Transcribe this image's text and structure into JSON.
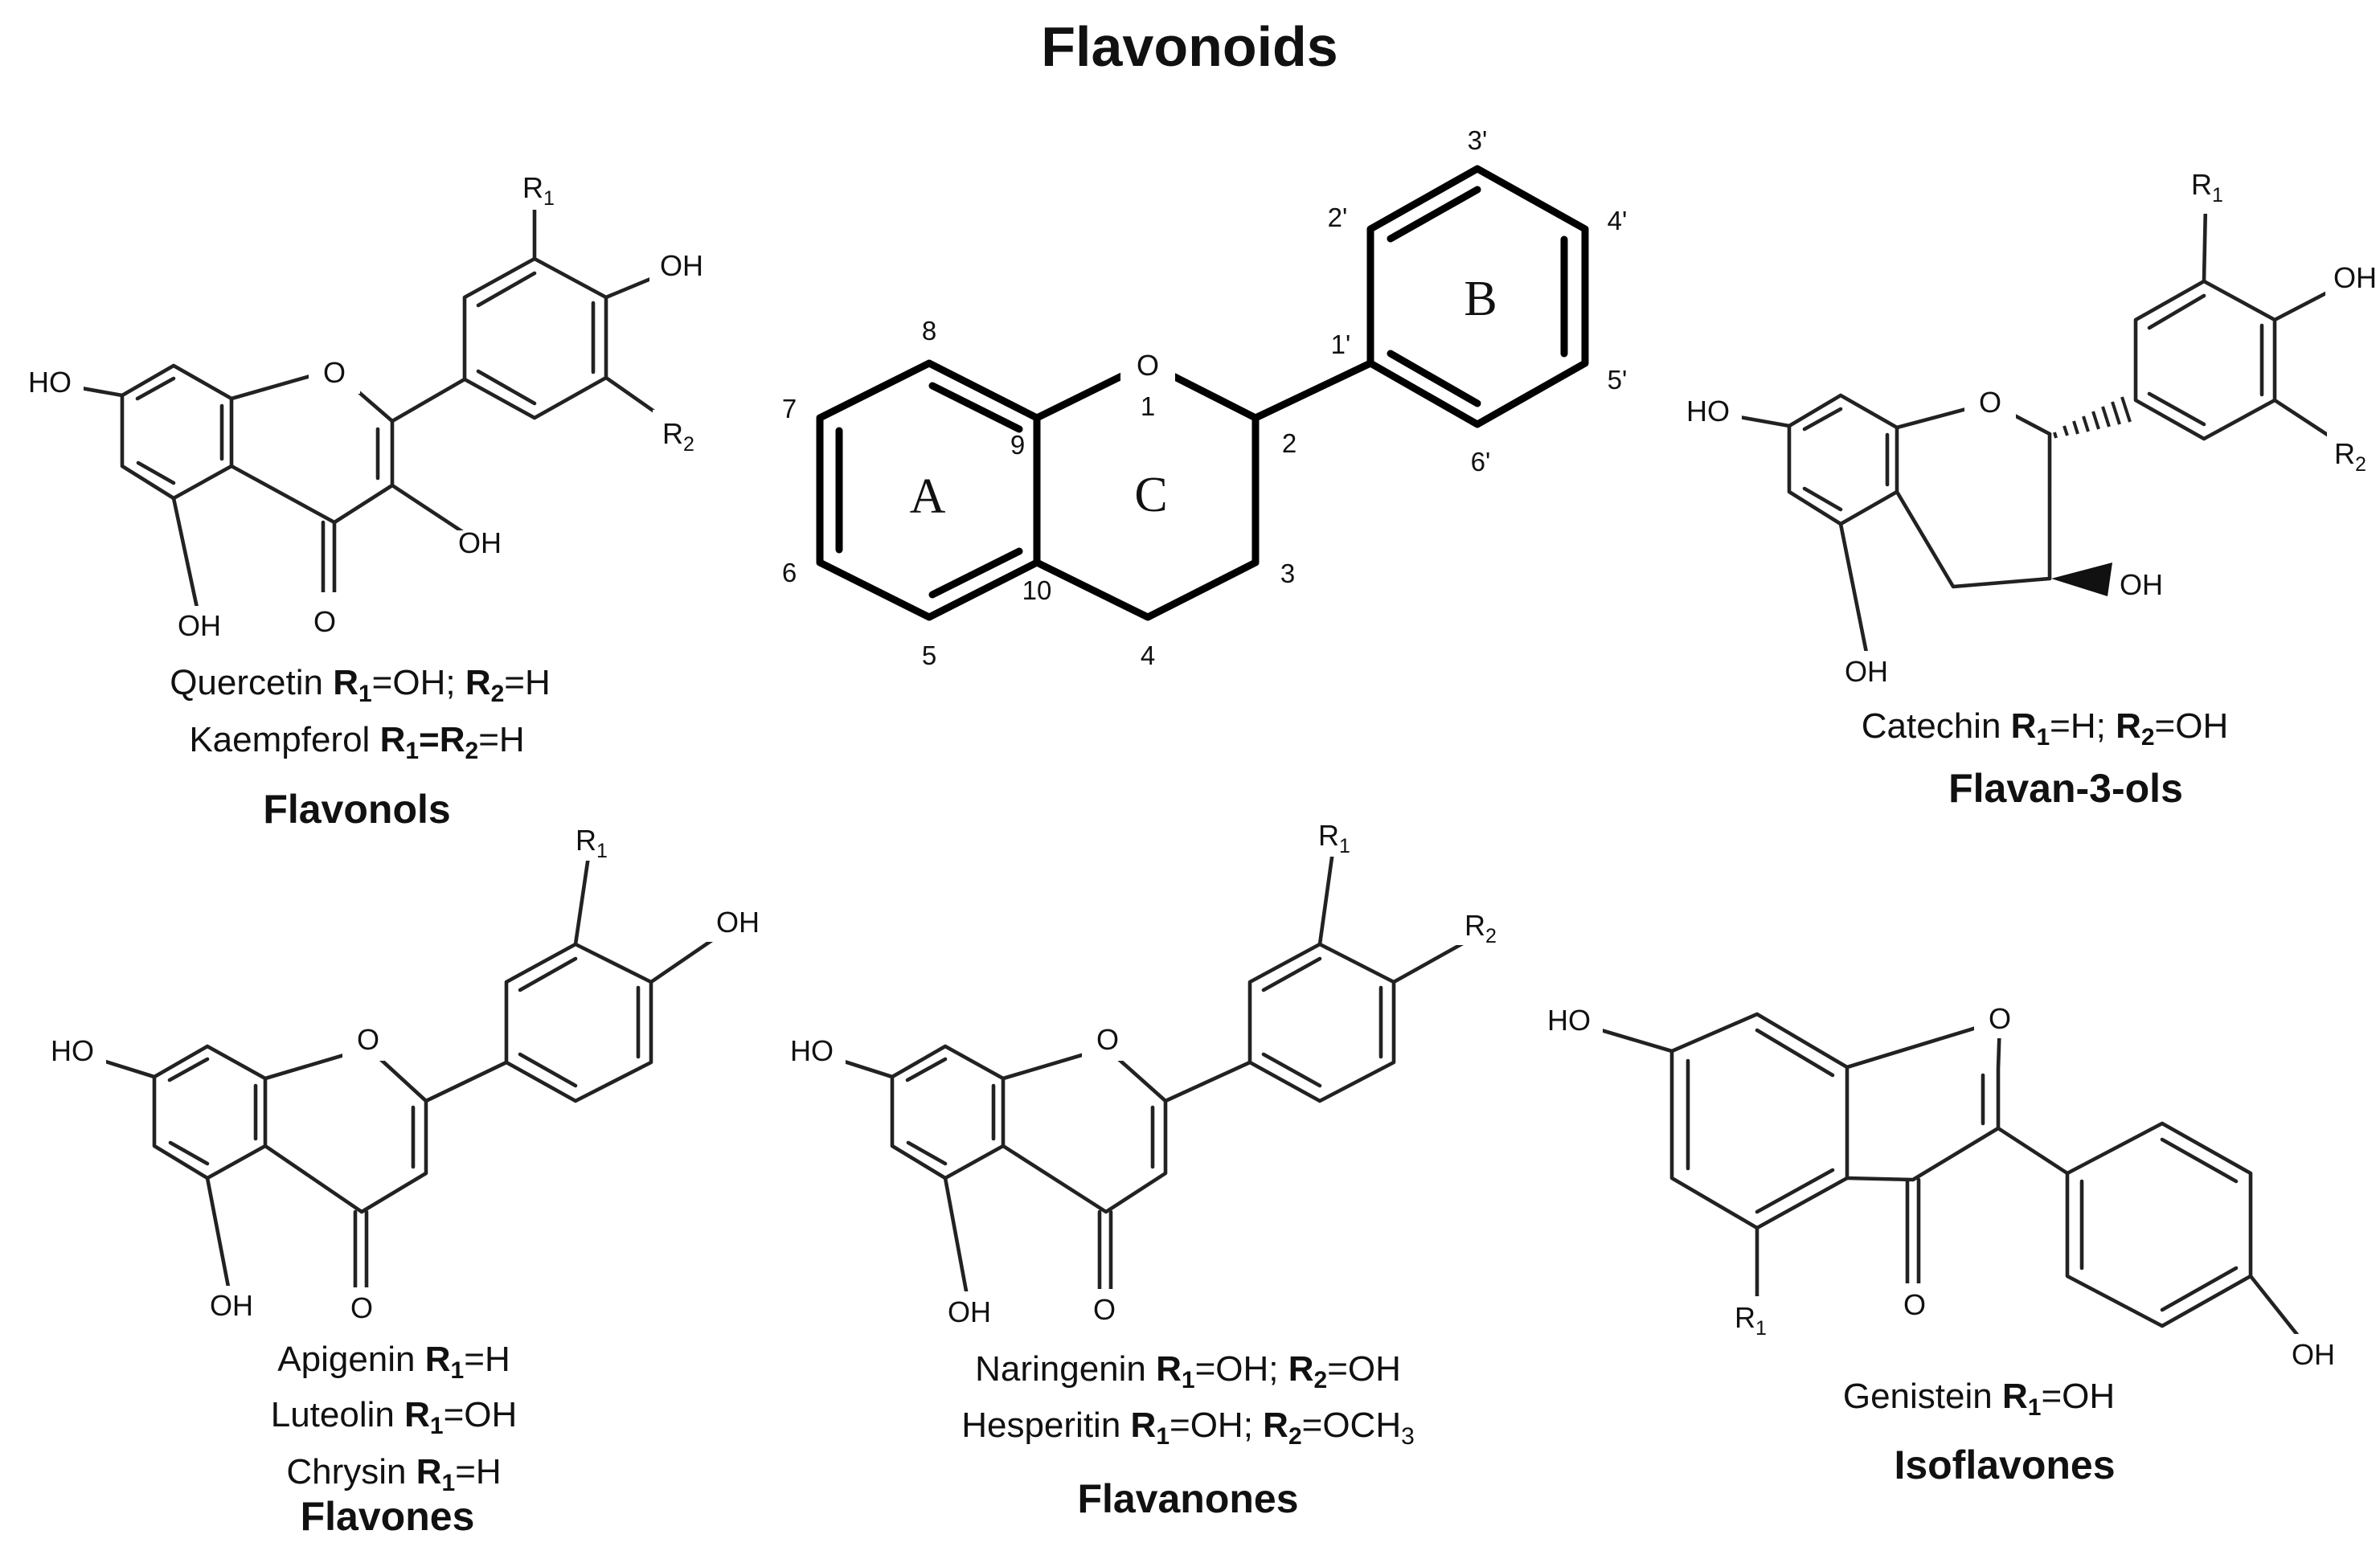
{
  "title": "Flavonoids",
  "atoms": {
    "oh": "OH",
    "ho": "HO",
    "o": "O",
    "r": "R",
    "r1": "R",
    "r2": "R",
    "sub1": "1",
    "sub2": "2",
    "och": "OCH",
    "sub3": "3"
  },
  "core": {
    "rings": {
      "a": "A",
      "b": "B",
      "c": "C"
    },
    "positions": {
      "p1": "1",
      "p2": "2",
      "p3": "3",
      "p4": "4",
      "p5": "5",
      "p6": "6",
      "p7": "7",
      "p8": "8",
      "p9": "9",
      "p10": "10",
      "p1p": "1'",
      "p2p": "2'",
      "p3p": "3'",
      "p4p": "4'",
      "p5p": "5'",
      "p6p": "6'"
    }
  },
  "classes": {
    "flavonols": {
      "name": "Flavonols",
      "compounds": [
        {
          "name": "Quercetin",
          "r1": "OH",
          "r2": "H"
        },
        {
          "name": "Kaempferol"
        }
      ]
    },
    "flavan3ols": {
      "name": "Flavan-3-ols",
      "compounds": [
        {
          "name": "Catechin",
          "r1": "H",
          "r2": "OH"
        }
      ]
    },
    "flavones": {
      "name": "Flavones",
      "compounds": [
        {
          "name": "Apigenin",
          "r1": "H"
        },
        {
          "name": "Luteolin",
          "r1": "OH"
        },
        {
          "name": "Chrysin",
          "r1": "H"
        }
      ]
    },
    "flavanones": {
      "name": "Flavanones",
      "compounds": [
        {
          "name": "Naringenin",
          "r1": "OH",
          "r2": "OH"
        },
        {
          "name": "Hesperitin",
          "r1": "OH"
        }
      ]
    },
    "isoflavones": {
      "name": "Isoflavones",
      "compounds": [
        {
          "name": "Genistein",
          "r1": "OH"
        }
      ]
    }
  }
}
